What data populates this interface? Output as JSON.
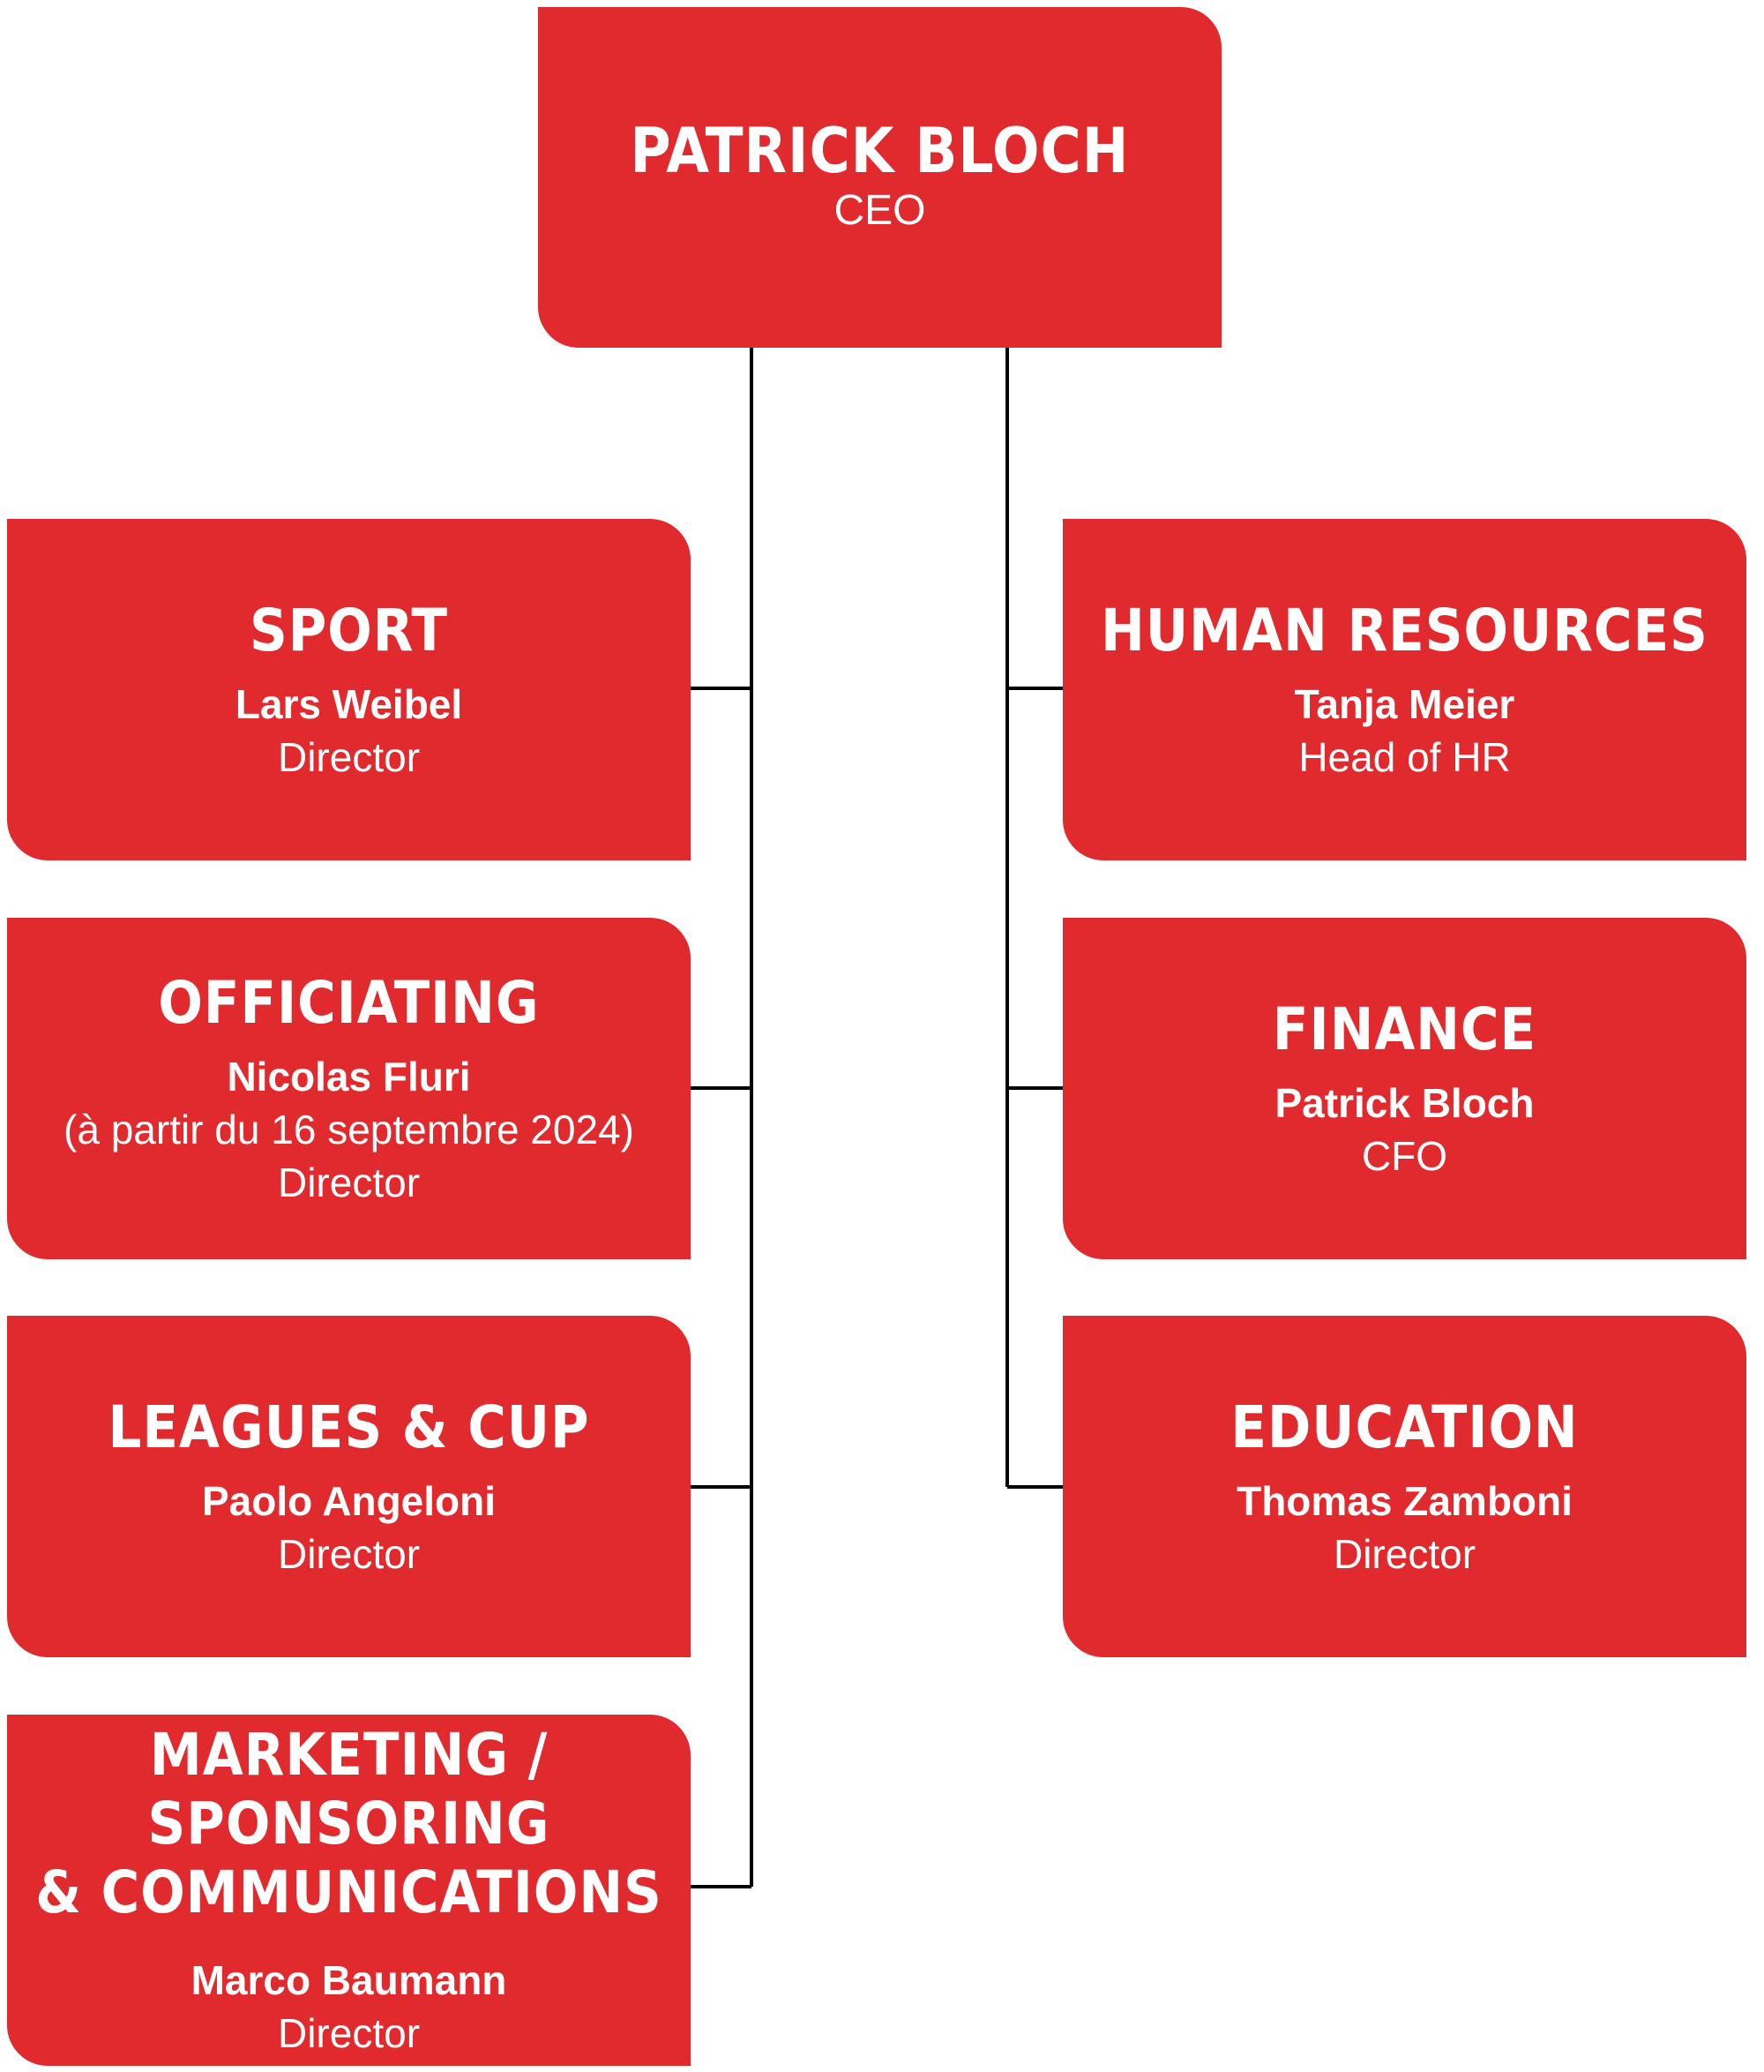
{
  "colors": {
    "box_fill": "#e02a2e",
    "text": "#ffffff",
    "connector": "#000000"
  },
  "ceo": {
    "name": "PATRICK BLOCH",
    "role": "CEO"
  },
  "left_departments": [
    {
      "department": "SPORT",
      "person": "Lars Weibel",
      "note": "",
      "role": "Director"
    },
    {
      "department": "OFFICIATING",
      "person": "Nicolas Fluri",
      "note": "(à partir du 16 septembre 2024)",
      "role": "Director"
    },
    {
      "department": "LEAGUES & CUP",
      "person": "Paolo Angeloni",
      "note": "",
      "role": "Director"
    },
    {
      "department": "MARKETING / SPONSORING\n& COMMUNICATIONS",
      "person": "Marco Baumann",
      "note": "",
      "role": "Director"
    }
  ],
  "right_departments": [
    {
      "department": "HUMAN RESOURCES",
      "person": "Tanja Meier",
      "note": "",
      "role": "Head of HR"
    },
    {
      "department": "FINANCE",
      "person": "Patrick Bloch",
      "note": "",
      "role": "CFO"
    },
    {
      "department": "EDUCATION",
      "person": "Thomas Zamboni",
      "note": "",
      "role": "Director"
    }
  ]
}
